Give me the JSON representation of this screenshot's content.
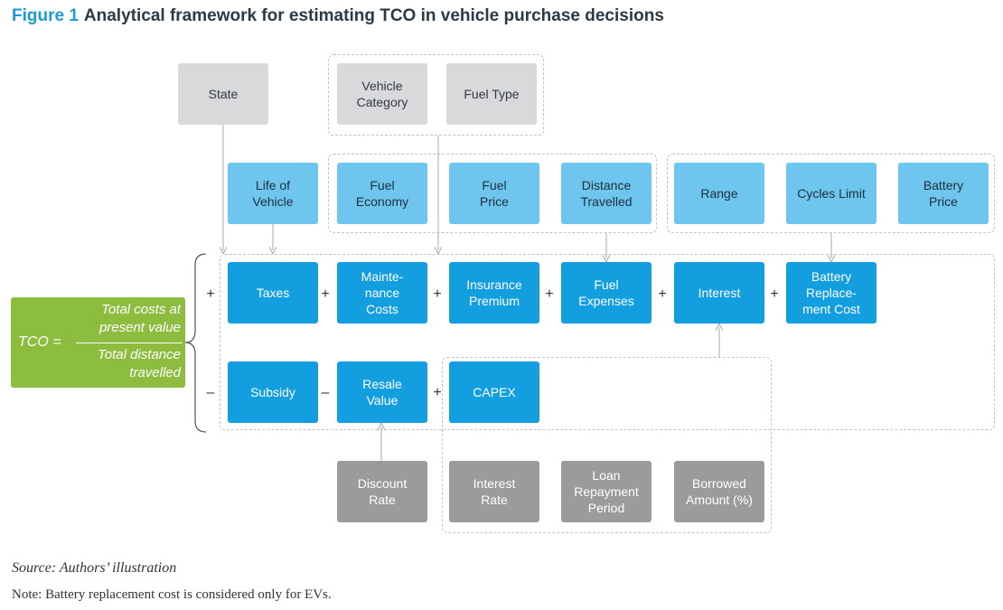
{
  "title": {
    "figure_label": "Figure 1",
    "text": "Analytical framework for estimating TCO in vehicle purchase decisions"
  },
  "top_inputs": {
    "state": "State",
    "vehicle_category": "Vehicle\nCategory",
    "fuel_type": "Fuel Type"
  },
  "second_row": {
    "life_of_vehicle": "Life of\nVehicle",
    "fuel_economy": "Fuel\nEconomy",
    "fuel_price": "Fuel\nPrice",
    "distance_travelled": "Distance\nTravelled",
    "range": "Range",
    "cycles_limit": "Cycles Limit",
    "battery_price": "Battery\nPrice"
  },
  "cost_row": {
    "taxes": "Taxes",
    "maintenance_costs": "Mainte-\nnance\nCosts",
    "insurance_premium": "Insurance\nPremium",
    "fuel_expenses": "Fuel\nExpenses",
    "interest": "Interest",
    "battery_replacement_cost": "Battery\nReplace-\nment Cost"
  },
  "credit_row": {
    "subsidy": "Subsidy",
    "resale_value": "Resale\nValue",
    "capex": "CAPEX"
  },
  "bottom_inputs": {
    "discount_rate": "Discount\nRate",
    "interest_rate": "Interest\nRate",
    "loan_repayment_period": "Loan\nRepayment\nPeriod",
    "borrowed_amount": "Borrowed\nAmount (%)"
  },
  "operators": {
    "plus": "+",
    "minus": "–"
  },
  "tco": {
    "label": "TCO =",
    "numerator": "Total costs at\npresent value",
    "denominator": "Total distance\ntravelled"
  },
  "footer": {
    "source": "Source: Authors’ illustration",
    "note": "Note: Battery replacement cost is considered only for EVs."
  }
}
